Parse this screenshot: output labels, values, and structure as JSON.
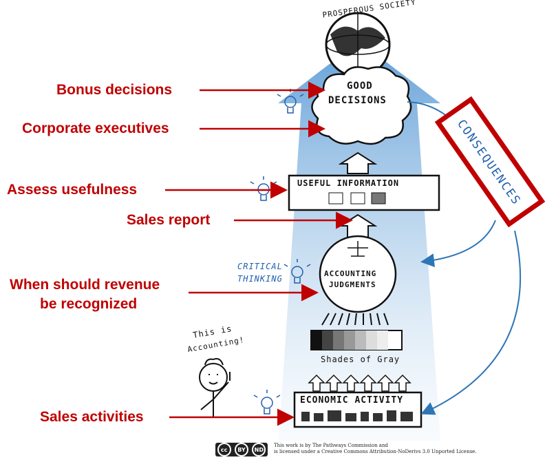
{
  "labels": {
    "bonus": "Bonus decisions",
    "executives": "Corporate executives",
    "assess": "Assess usefulness",
    "sales_report": "Sales report",
    "revenue_line1": "When should revenue",
    "revenue_line2": "be recognized",
    "sales_activities": "Sales activities"
  },
  "diagram": {
    "top": "PROSPEROUS SOCIETY",
    "good_decisions_1": "GOOD",
    "good_decisions_2": "DECISIONS",
    "useful_information": "USEFUL INFORMATION",
    "critical_1": "CRITICAL",
    "critical_2": "THINKING",
    "judgments_1": "ACCOUNTING",
    "judgments_2": "JUDGMENTS",
    "shades": "Shades of Gray",
    "economic_activity": "ECONOMIC ACTIVITY",
    "consequences": "CONSEQUENCES",
    "this_is_1": "This is",
    "this_is_2": "Accounting!"
  },
  "license": {
    "line1": "This work is by The Pathways Commission and",
    "line2": "is licensed under a Creative Commons Attribution-NoDerivs 3.0 Unported License.",
    "badge_cc": "cc",
    "badge_by": "BY",
    "badge_nd": "ND"
  },
  "colors": {
    "label_red": "#c00000",
    "beam_blue": "#6fa8dc",
    "connector_blue": "#2e75b6",
    "consequence_border": "#c00000"
  }
}
